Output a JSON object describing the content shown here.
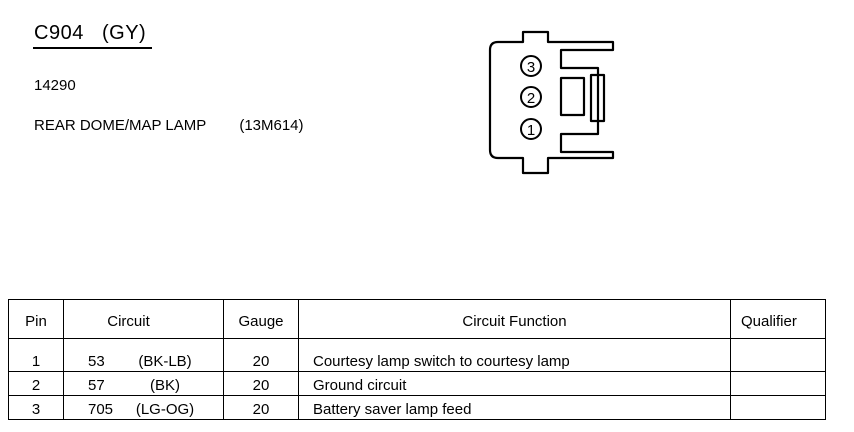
{
  "connector": {
    "id_label": "C904   (GY)",
    "part_number": "14290",
    "description": "REAR DOME/MAP LAMP        (13M614)",
    "pin_labels": [
      "3",
      "2",
      "1"
    ]
  },
  "table": {
    "headers": {
      "pin": "Pin",
      "circuit": "Circuit",
      "gauge": "Gauge",
      "function": "Circuit Function",
      "qualifier": "Qualifier"
    },
    "rows": [
      {
        "pin": "1",
        "circuit": "53",
        "color": "(BK-LB)",
        "gauge": "20",
        "function": "Courtesy lamp switch to courtesy lamp",
        "qualifier": ""
      },
      {
        "pin": "2",
        "circuit": "57",
        "color": "(BK)",
        "gauge": "20",
        "function": "Ground circuit",
        "qualifier": ""
      },
      {
        "pin": "3",
        "circuit": "705",
        "color": "(LG-OG)",
        "gauge": "20",
        "function": "Battery saver lamp feed",
        "qualifier": ""
      }
    ]
  }
}
